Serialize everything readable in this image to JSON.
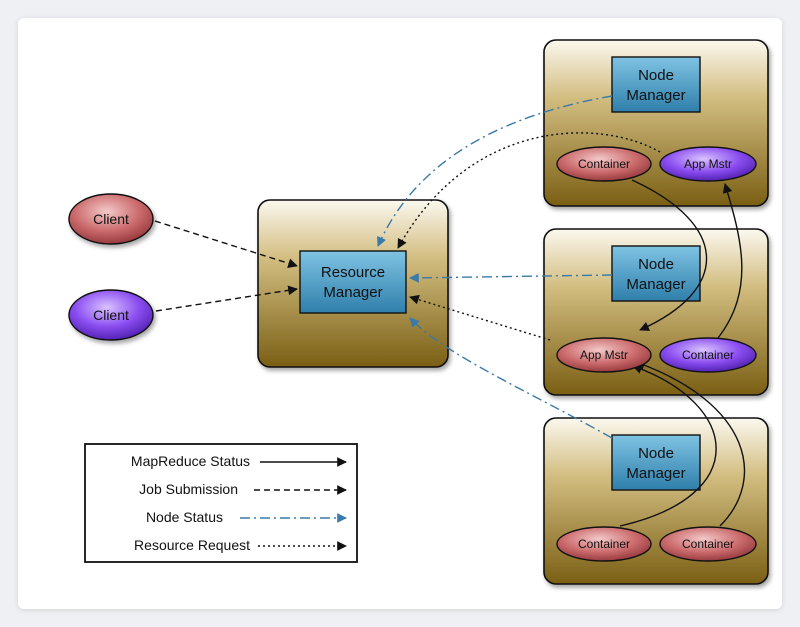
{
  "resource_manager": {
    "line1": "Resource",
    "line2": "Manager"
  },
  "clients": [
    {
      "label": "Client",
      "color": "#c2575a"
    },
    {
      "label": "Client",
      "color": "#7a3ae8"
    }
  ],
  "nodes": [
    {
      "nm_line1": "Node",
      "nm_line2": "Manager",
      "left": {
        "label": "Container",
        "color": "#c2575a"
      },
      "right": {
        "label": "App Mstr",
        "color": "#7a3ae8"
      }
    },
    {
      "nm_line1": "Node",
      "nm_line2": "Manager",
      "left": {
        "label": "App Mstr",
        "color": "#c2575a"
      },
      "right": {
        "label": "Container",
        "color": "#7a3ae8"
      }
    },
    {
      "nm_line1": "Node",
      "nm_line2": "Manager",
      "left": {
        "label": "Container",
        "color": "#c2575a"
      },
      "right": {
        "label": "Container",
        "color": "#c2575a"
      }
    }
  ],
  "legend": {
    "mapreduce_status": "MapReduce Status",
    "job_submission": "Job Submission",
    "node_status": "Node Status",
    "resource_request": "Resource Request"
  },
  "colors": {
    "box_gold": "#a8892f",
    "manager_blue": "#3b8fb8",
    "node_status_line": "#3a7aa8"
  }
}
